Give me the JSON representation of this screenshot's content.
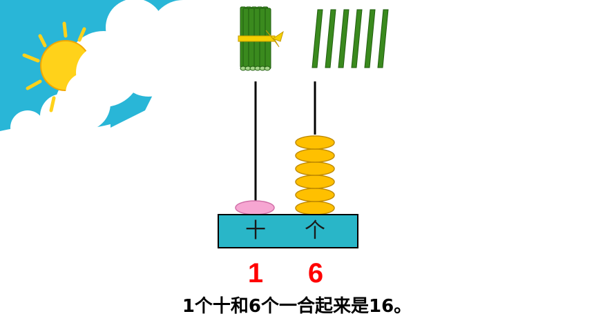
{
  "abacus": {
    "place_labels": {
      "tens": "十",
      "ones": "个"
    },
    "digits": {
      "tens": "1",
      "ones": "6"
    },
    "beads": {
      "tens": 1,
      "ones": 6
    }
  },
  "sticks": {
    "bundles": 1,
    "loose": 6
  },
  "sentence": "1个十和6个一合起来是16。",
  "colors": {
    "sky": "#29b6d7",
    "cloud": "#ffffff",
    "sun": "#ffd21a",
    "stick": "#3a8a1e",
    "ribbon": "#f5d000",
    "abacus_base": "#29b6c8",
    "tens_bead": "#f6a6d2",
    "ones_bead": "#ffc000",
    "digit": "#ff0000"
  },
  "icons": [
    "sun-icon",
    "cloud-icon",
    "stick-bundle-icon",
    "stick-icon"
  ]
}
